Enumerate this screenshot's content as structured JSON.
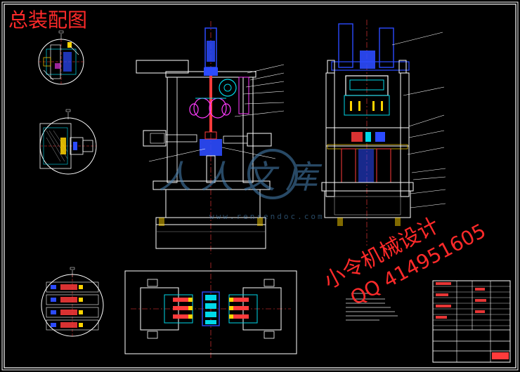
{
  "drawing": {
    "title": "总装配图",
    "watermark_brand": "人人文库",
    "watermark_url": "www.renrendoc.com",
    "designer_tag_line1": "小令机械设计",
    "designer_tag_line2": "QQ 414951605"
  },
  "colors": {
    "background": "#000000",
    "frame": "#ffffff",
    "title": "#ff2a2a",
    "centerline": "#ff3b3b",
    "blue_part": "#2c4bff",
    "cyan_part": "#00d8e8",
    "magenta_part": "#ff3cff",
    "yellow_part": "#ffd400",
    "watermark": "#4a86b8"
  },
  "icons": [
    "detail-view-circle",
    "section-view-circle",
    "title-block"
  ]
}
